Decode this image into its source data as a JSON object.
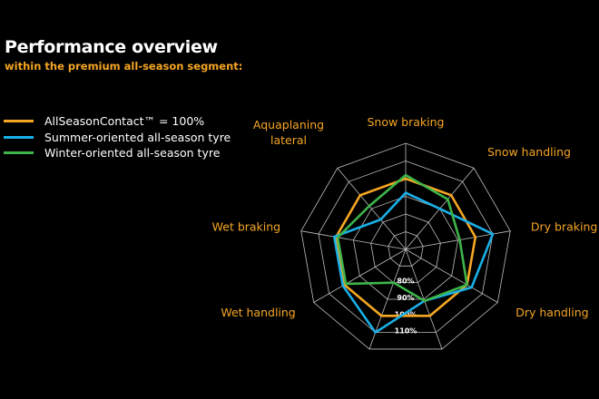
{
  "header": {
    "title": "Performance overview",
    "subtitle": "within the premium all-season segment:"
  },
  "chart_data": {
    "type": "radar",
    "title": "Performance overview",
    "subtitle": "within the premium all-season segment:",
    "axes": [
      "Snow braking",
      "Snow handling",
      "Dry braking",
      "Dry handling",
      "",
      "",
      "Wet handling",
      "Wet braking",
      "Aquaplaning lateral"
    ],
    "axis_label_lines": [
      [
        "Snow braking"
      ],
      [
        "Snow handling"
      ],
      [
        "Dry braking"
      ],
      [
        "Dry handling"
      ],
      [],
      [],
      [
        "Wet handling"
      ],
      [
        "Wet braking"
      ],
      [
        "Aquaplaning",
        "lateral"
      ]
    ],
    "range": [
      60,
      120
    ],
    "ring_step": 10,
    "tick_labels": [
      "80%",
      "90%",
      "100%",
      "110%"
    ],
    "tick_values": [
      80,
      90,
      100,
      110
    ],
    "legend_position": "top-left",
    "series": [
      {
        "name": "AllSeasonContact™ = 100%",
        "color": "#f5a623",
        "values": [
          100,
          100,
          100,
          100,
          100,
          100,
          100,
          100,
          100
        ]
      },
      {
        "name": "Summer-oriented all-season tyre",
        "color": "#1ab0e8",
        "values": [
          92,
          90,
          110,
          103,
          91,
          110,
          101,
          101,
          82
        ]
      },
      {
        "name": "Winter-oriented all-season tyre",
        "color": "#3db54a",
        "values": [
          102,
          97,
          91,
          100,
          91,
          80,
          99,
          99,
          92
        ]
      }
    ]
  }
}
